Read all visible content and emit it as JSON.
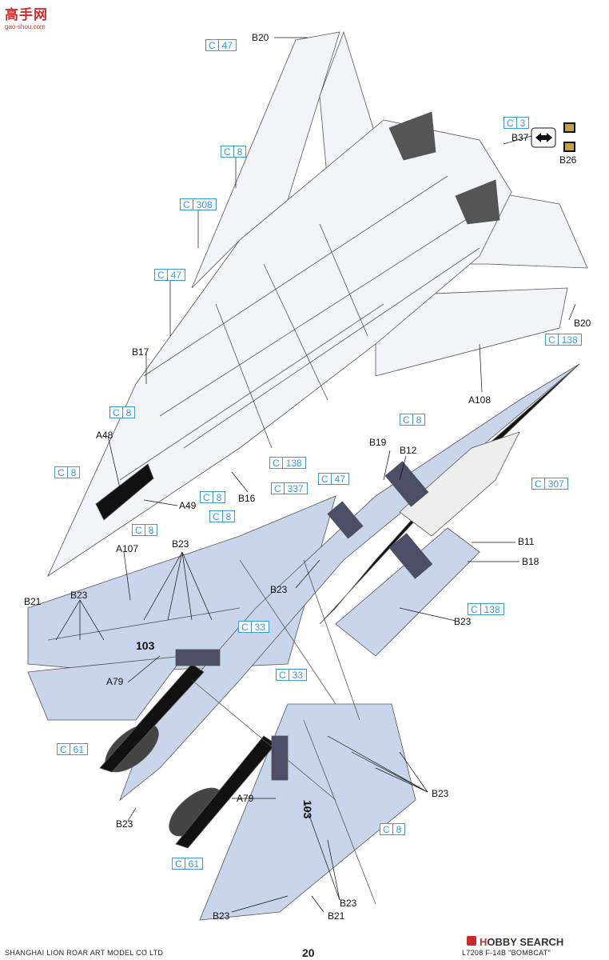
{
  "watermark": {
    "site": "高手网",
    "domain": "gao-shou.com"
  },
  "hobbysearch": {
    "part1": "H",
    "part2": "BBY SEARCH"
  },
  "footer": {
    "company": "SHANGHAI LION ROAR ART MODEL CO LTD",
    "page": "20",
    "product": "L7208  F-14B  \"BOMBCAT\""
  },
  "colors": {
    "blue_label": "#3b9ad6",
    "aircraft_top": "#c9d5ea",
    "aircraft_bottom": "#f2f4f7",
    "black_decal": "#111111"
  },
  "callouts": {
    "c47_top": {
      "letter": "C",
      "num": "47"
    },
    "c8_a": {
      "letter": "C",
      "num": "8"
    },
    "c308": {
      "letter": "C",
      "num": "308"
    },
    "c47_mid": {
      "letter": "C",
      "num": "47"
    },
    "c3": {
      "letter": "C",
      "num": "3"
    },
    "c138_a": {
      "letter": "C",
      "num": "138"
    },
    "c8_b": {
      "letter": "C",
      "num": "8"
    },
    "c8_c": {
      "letter": "C",
      "num": "8"
    },
    "c138_b": {
      "letter": "C",
      "num": "138"
    },
    "c8_d": {
      "letter": "C",
      "num": "8"
    },
    "c8_e": {
      "letter": "C",
      "num": "8"
    },
    "c8_f": {
      "letter": "C",
      "num": "8"
    },
    "c337": {
      "letter": "C",
      "num": "337"
    },
    "c47_low": {
      "letter": "C",
      "num": "47"
    },
    "c8_g": {
      "letter": "C",
      "num": "8"
    },
    "c307": {
      "letter": "C",
      "num": "307"
    },
    "c138_c": {
      "letter": "C",
      "num": "138"
    },
    "c33_a": {
      "letter": "C",
      "num": "33"
    },
    "c33_b": {
      "letter": "C",
      "num": "33"
    },
    "c61_a": {
      "letter": "C",
      "num": "61"
    },
    "c61_b": {
      "letter": "C",
      "num": "61"
    },
    "c8_h": {
      "letter": "C",
      "num": "8"
    }
  },
  "labels": {
    "b20_top": "B20",
    "b37": "B37",
    "b26": "B26",
    "b20_right": "B20",
    "b17": "B17",
    "a108": "A108",
    "a48": "A48",
    "a49": "A49",
    "b16": "B16",
    "b19": "B19",
    "b12": "B12",
    "b11": "B11",
    "b18": "B18",
    "a107": "A107",
    "b23_1": "B23",
    "b23_2": "B23",
    "b23_3": "B23",
    "b23_4": "B23",
    "b21_left": "B21",
    "a79_1": "A79",
    "b23_5": "B23",
    "a79_2": "A79",
    "b23_6": "B23",
    "b23_7": "B23",
    "b21_bottom": "B21",
    "b23_8": "B23"
  },
  "decal_text": {
    "modex_1": "103",
    "modex_2": "103"
  }
}
